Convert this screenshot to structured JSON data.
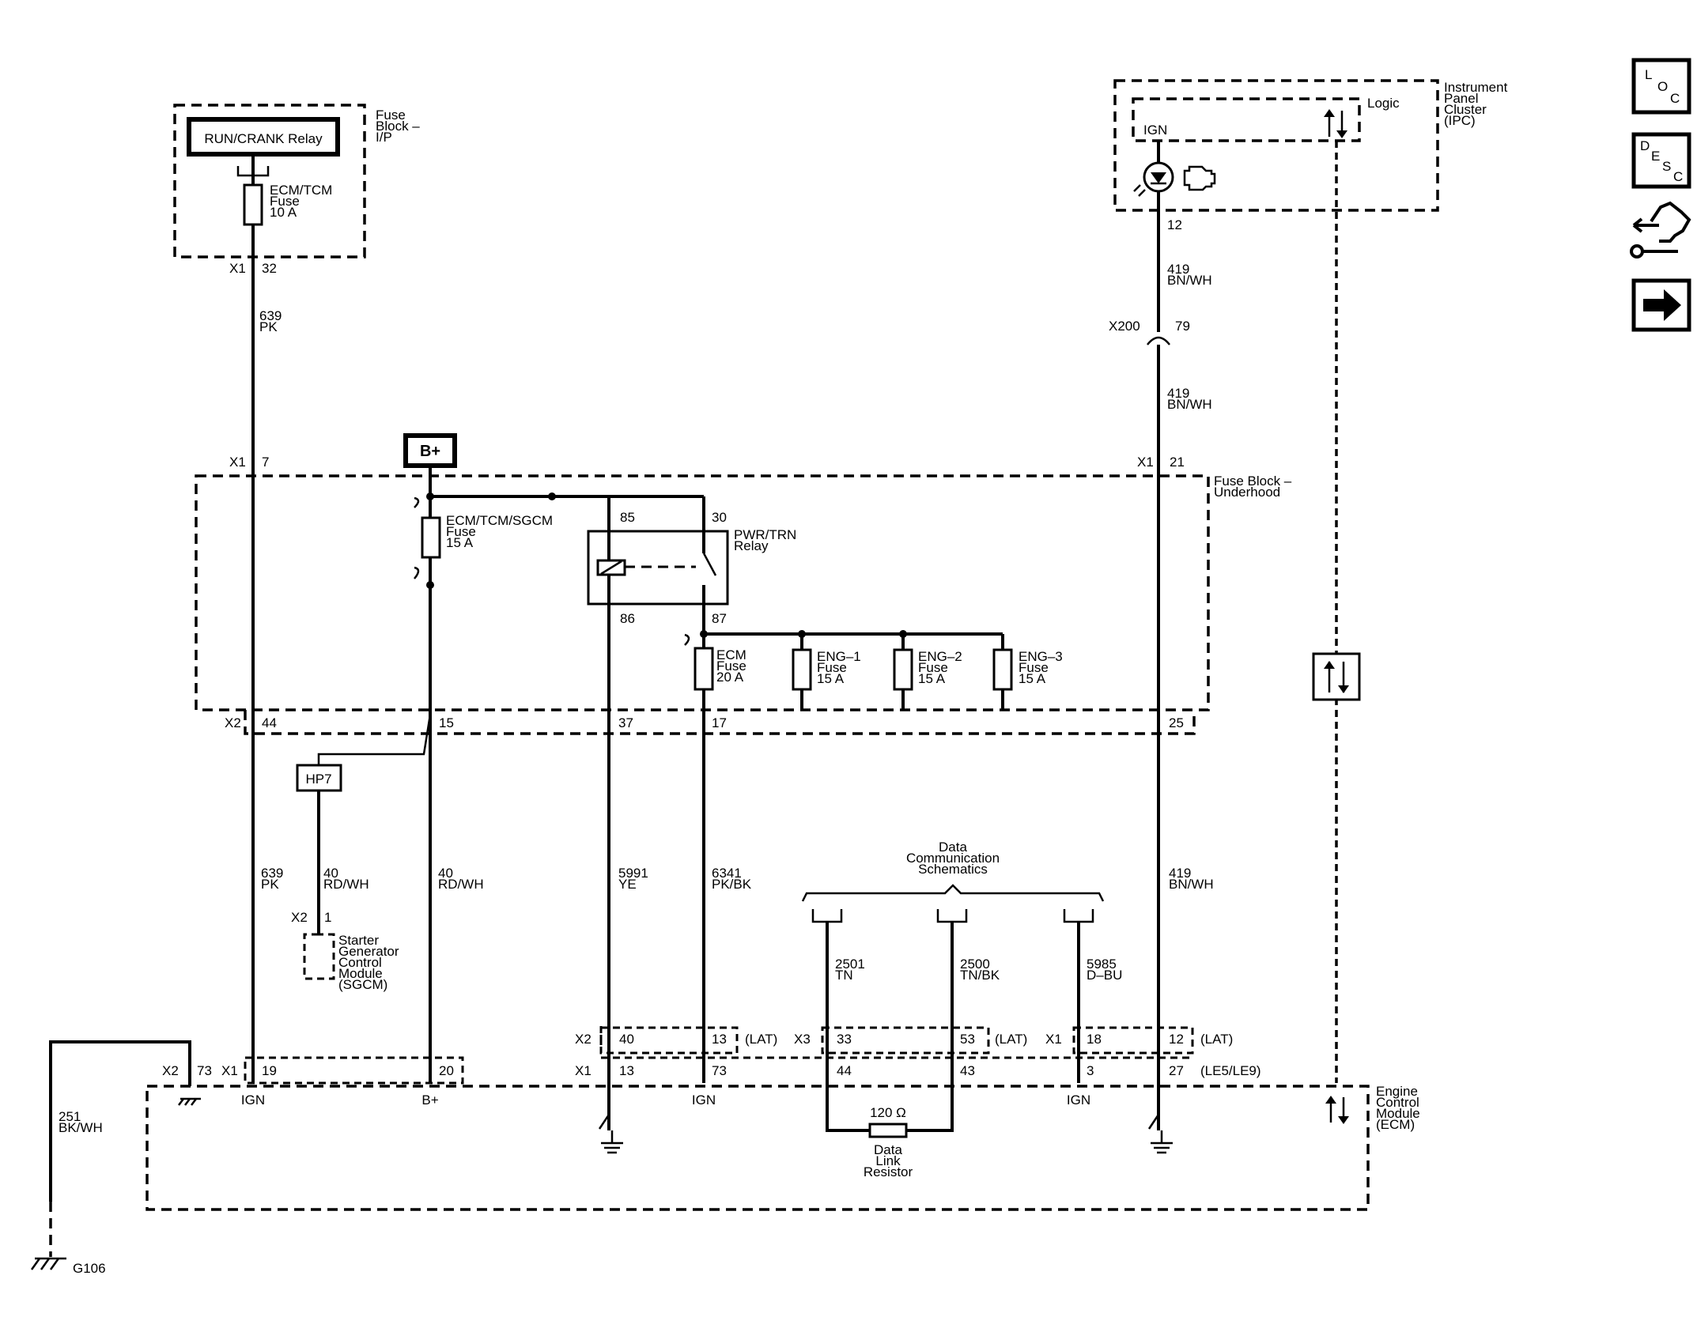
{
  "labels": {
    "fuse_block_ip": [
      "Fuse",
      "Block –",
      "I/P"
    ],
    "run_crank_relay": "RUN/CRANK Relay",
    "ecm_tcm_fuse": [
      "ECM/TCM",
      "Fuse",
      "10 A"
    ],
    "x1_32_a": "X1",
    "x1_32_b": "32",
    "w639_top": [
      "639",
      "PK"
    ],
    "x1_7_a": "X1",
    "x1_7_b": "7",
    "bplus": "B+",
    "ecm_tcm_sgcm_fuse": [
      "ECM/TCM/SGCM",
      "Fuse",
      "15 A"
    ],
    "pin85": "85",
    "pin30": "30",
    "pwr_trn_relay": [
      "PWR/TRN",
      "Relay"
    ],
    "pin86": "86",
    "pin87": "87",
    "ecm_fuse": [
      "ECM",
      "Fuse",
      "20 A"
    ],
    "eng1_fuse": [
      "ENG–1",
      "Fuse",
      "15 A"
    ],
    "eng2_fuse": [
      "ENG–2",
      "Fuse",
      "15 A"
    ],
    "eng3_fuse": [
      "ENG–3",
      "Fuse",
      "15 A"
    ],
    "fuse_block_underhood": [
      "Fuse Block –",
      "Underhood"
    ],
    "x1_21_a": "X1",
    "x1_21_b": "21",
    "x2_44_a": "X2",
    "x2_44_b": "44",
    "p15": "15",
    "p37": "37",
    "p17": "17",
    "p25": "25",
    "hp7": "HP7",
    "w639_bottom": [
      "639",
      "PK"
    ],
    "w40_left": [
      "40",
      "RD/WH"
    ],
    "w40_right": [
      "40",
      "RD/WH"
    ],
    "w5991": [
      "5991",
      "YE"
    ],
    "w6341": [
      "6341",
      "PK/BK"
    ],
    "w419_bottom": [
      "419",
      "BN/WH"
    ],
    "x2_1_a": "X2",
    "x2_1_b": "1",
    "sgcm": [
      "Starter",
      "Generator",
      "Control",
      "Module",
      "(SGCM)"
    ],
    "data_comm": [
      "Data",
      "Communication",
      "Schematics"
    ],
    "w2501": [
      "2501",
      "TN"
    ],
    "w2500": [
      "2500",
      "TN/BK"
    ],
    "w5985": [
      "5985",
      "D–BU"
    ],
    "ipc": [
      "Instrument",
      "Panel",
      "Cluster",
      "(IPC)"
    ],
    "logic": "Logic",
    "ign_ipc": "IGN",
    "p12": "12",
    "w419_top": [
      "419",
      "BN/WH"
    ],
    "x200_a": "X200",
    "x200_b": "79",
    "w419_mid": [
      "419",
      "BN/WH"
    ],
    "lat_x2_a": "X2",
    "lat_x2_40": "40",
    "lat_x2_13": "13",
    "lat1": "(LAT)",
    "lat_x3_a": "X3",
    "lat_x3_33": "33",
    "lat_x3_53": "53",
    "lat2": "(LAT)",
    "lat_x1_a": "X1",
    "lat_x1_18": "18",
    "lat_x1_12": "12",
    "lat3": "(LAT)",
    "le_x2_a": "X2",
    "le_x2_73": "73",
    "le_x1_a": "X1",
    "le_19": "19",
    "le_20": "20",
    "le_x1_b": "X1",
    "le_13": "13",
    "le_73": "73",
    "le_44": "44",
    "le_43": "43",
    "le_3": "3",
    "le_27": "27",
    "le5_le9": "(LE5/LE9)",
    "ign1": "IGN",
    "bplus2": "B+",
    "ign2": "IGN",
    "ign3": "IGN",
    "ohm": "120 Ω",
    "data_link_resistor": [
      "Data",
      "Link",
      "Resistor"
    ],
    "ecm": [
      "Engine",
      "Control",
      "Module",
      "(ECM)"
    ],
    "w251": [
      "251",
      "BK/WH"
    ],
    "g106": "G106",
    "loc": [
      "L",
      "O",
      "C"
    ],
    "desc": [
      "D",
      "E",
      "S",
      "C"
    ]
  },
  "side_icons": [
    "loc-icon",
    "desc-icon",
    "repair-icon",
    "next-arrow-icon"
  ]
}
